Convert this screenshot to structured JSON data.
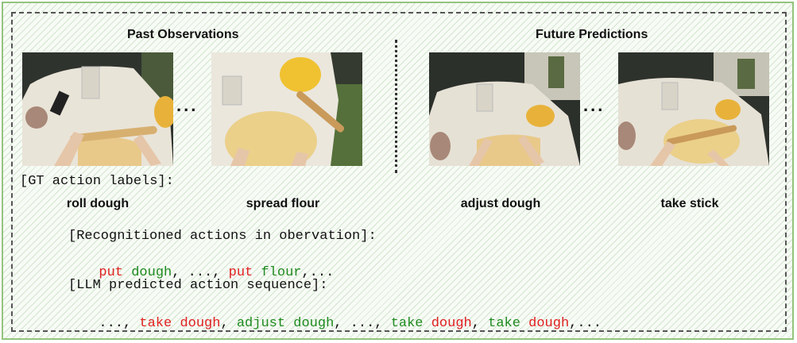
{
  "headers": {
    "past": "Past Observations",
    "future": "Future Predictions"
  },
  "ellipsis": "...",
  "gt_title": "[GT action labels]:",
  "frames": [
    {
      "label": "roll dough"
    },
    {
      "label": "spread flour"
    },
    {
      "label": "adjust dough"
    },
    {
      "label": "take stick"
    }
  ],
  "recognized": {
    "title": "[Recognitioned actions in obervation]:",
    "tokens": [
      {
        "text": "put",
        "color": "red"
      },
      {
        "text": " ",
        "color": "black"
      },
      {
        "text": "dough",
        "color": "green"
      },
      {
        "text": ", ..., ",
        "color": "black"
      },
      {
        "text": "put",
        "color": "red"
      },
      {
        "text": " ",
        "color": "black"
      },
      {
        "text": "flour",
        "color": "green"
      },
      {
        "text": ",...",
        "color": "black"
      }
    ]
  },
  "llm": {
    "title": "[LLM predicted action sequence]:",
    "tokens": [
      {
        "text": "..., ",
        "color": "black"
      },
      {
        "text": "take",
        "color": "red"
      },
      {
        "text": " ",
        "color": "black"
      },
      {
        "text": "dough",
        "color": "red"
      },
      {
        "text": ", ",
        "color": "black"
      },
      {
        "text": "adjust dough",
        "color": "green"
      },
      {
        "text": ", ..., ",
        "color": "black"
      },
      {
        "text": "take",
        "color": "green"
      },
      {
        "text": " ",
        "color": "black"
      },
      {
        "text": "dough",
        "color": "red"
      },
      {
        "text": ", ",
        "color": "black"
      },
      {
        "text": "take",
        "color": "green"
      },
      {
        "text": " ",
        "color": "black"
      },
      {
        "text": "dough",
        "color": "red"
      },
      {
        "text": ",...",
        "color": "black"
      }
    ]
  },
  "colors": {
    "red": "#e02020",
    "green": "#1e8a1e",
    "border_green": "#93c47d"
  }
}
